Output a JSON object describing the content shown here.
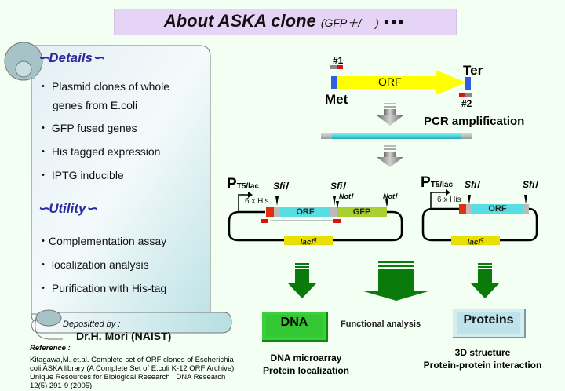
{
  "title": {
    "main": "About ASKA clone",
    "sub": "(GFP＋/ ―)",
    "dots": "▪▪▪"
  },
  "scroll": {
    "details": {
      "heading": "∽Details∽",
      "items": [
        "・ Plasmid clones of whole",
        "genes from E.coli",
        "・ GFP fused genes",
        "・ His tagged expression",
        "・ IPTG inducible"
      ]
    },
    "utility": {
      "heading": "∽Utility∽",
      "items": [
        "・Complementation assay",
        "・ localization analysis",
        "・ Purification with His-tag"
      ]
    },
    "deposited_label": "Depositted by :",
    "deposited_name": "Dr.H. Mori (NAIST)"
  },
  "reference": {
    "heading": "Reference :",
    "lines": [
      "Kitagawa,M. et.al.  Complete set of ORF clones of Escherichia",
      "coli ASKA library (A Complete Set of E.coli K-12 ORF Archive):",
      "Unique Resources for Biological Research , DNA Research",
      "12(5) 291-9 (2005)"
    ]
  },
  "gene": {
    "primer1": "#1",
    "primer2": "#2",
    "start": "Met",
    "stop": "Ter",
    "orf": "ORF",
    "pcr": "PCR amplification"
  },
  "plasmid_gfp": {
    "promoter": "P",
    "promoter_sub": "T5/lac",
    "sfi1": "SfiⅠ",
    "sfi2": "SfiⅠ",
    "not1": "NotⅠ",
    "not2": "NotⅠ",
    "his": "6 x His",
    "orf": "ORF",
    "gfp": "GFP",
    "laci": "lacI",
    "laci_sup": "q"
  },
  "plasmid_plain": {
    "promoter": "P",
    "promoter_sub": "T5/lac",
    "sfi1": "SfiⅠ",
    "sfi2": "SfiⅠ",
    "his": "6 x His",
    "orf": "ORF",
    "laci": "lacI",
    "laci_sup": "q"
  },
  "outputs": {
    "dna_box": "DNA",
    "functional": "Functional analysis",
    "proteins_box": "Proteins",
    "dna_uses": [
      "DNA microarray",
      "Protein localization"
    ],
    "protein_uses": [
      "3D structure",
      "Protein-protein interaction"
    ]
  },
  "colors": {
    "title_bg": "#e6d4f6",
    "heading_blue": "#2a2aa0",
    "orf_yellow": "#ffff00",
    "codon_blue": "#3060e0",
    "pcr_cyan": "#5de0e6",
    "gfp_green": "#a8d030",
    "his_red": "#e02010",
    "arrow_green": "#0a7a0a",
    "dna_green": "#34c734",
    "protein_blue": "#bfe3ea"
  }
}
